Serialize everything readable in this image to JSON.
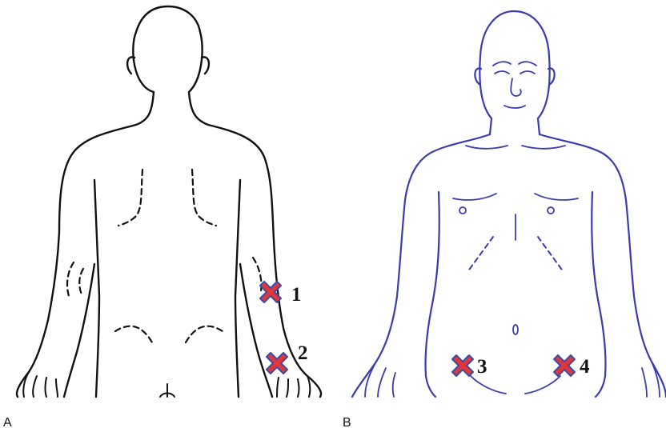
{
  "panels": [
    {
      "letter": "A",
      "view": "back"
    },
    {
      "letter": "B",
      "view": "front"
    }
  ],
  "markers": [
    {
      "label": "1"
    },
    {
      "label": "2"
    },
    {
      "label": "3"
    },
    {
      "label": "4"
    }
  ],
  "colors": {
    "back_outline": "#111111",
    "front_outline": "#3b3bb0",
    "marker_fill": "#e0383a",
    "marker_stroke": "#3b4aa8"
  }
}
